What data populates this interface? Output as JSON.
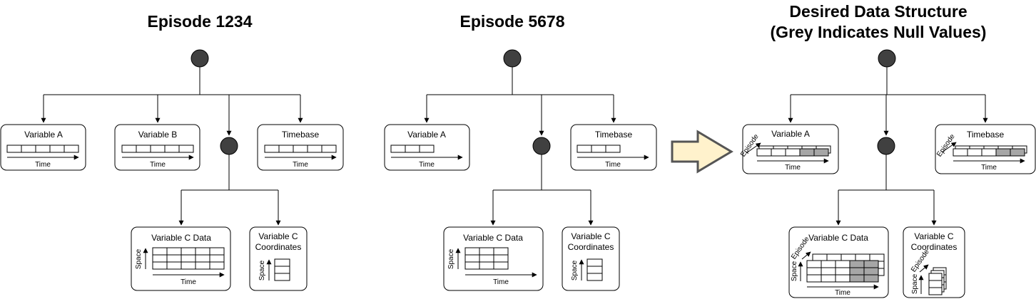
{
  "panels": [
    {
      "title_lines": [
        "Episode 1234"
      ],
      "boxes": {
        "a": "Variable A",
        "b": "Variable B",
        "t": "Timebase",
        "c_data": "Variable C Data",
        "c_coords_lines": [
          "Variable C",
          "Coordinates"
        ]
      }
    },
    {
      "title_lines": [
        "Episode 5678"
      ],
      "boxes": {
        "a": "Variable A",
        "t": "Timebase",
        "c_data": "Variable C Data",
        "c_coords_lines": [
          "Variable C",
          "Coordinates"
        ]
      }
    },
    {
      "title_lines": [
        "Desired Data Structure",
        "(Grey Indicates Null Values)"
      ],
      "boxes": {
        "a": "Variable A",
        "t": "Timebase",
        "c_data": "Variable C Data",
        "c_coords_lines": [
          "Variable C",
          "Coordinates"
        ]
      }
    }
  ],
  "axis_labels": {
    "time": "Time",
    "space": "Space",
    "episode": "Episode"
  },
  "colors": {
    "node": "#404040",
    "null_cell": "#a6a6a6",
    "arrow_fill": "#fff2cc",
    "arrow_stroke": "#555555"
  }
}
